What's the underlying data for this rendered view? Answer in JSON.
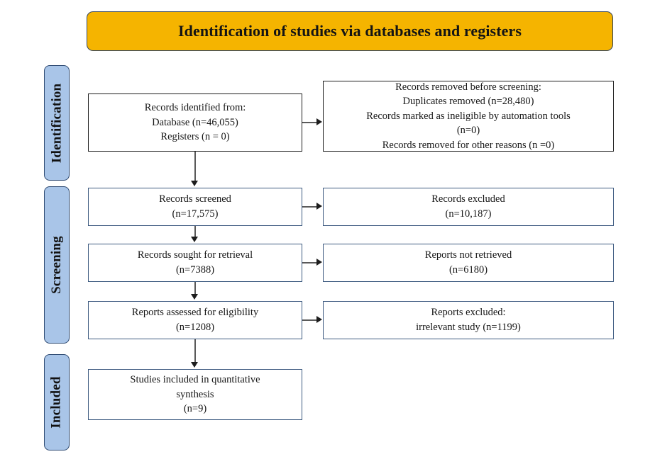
{
  "title": "Identification of studies via databases and registers",
  "colors": {
    "banner_fill": "#F5B400",
    "banner_border": "#33455E",
    "stage_tab_fill": "#A9C5E8",
    "stage_tab_border": "#2E4A72",
    "box_border_black": "#1D1D1D",
    "box_border_blue": "#3D5A80",
    "connector": "#5A5A5A"
  },
  "stages": [
    {
      "label": "Identification"
    },
    {
      "label": "Screening"
    },
    {
      "label": "Included"
    }
  ],
  "boxes": {
    "identified": {
      "lines": [
        "Records identified from:",
        "Database (n=46,055)",
        "Registers (n = 0)"
      ]
    },
    "removed": {
      "lines": [
        "Records removed before screening:",
        "Duplicates removed (n=28,480)",
        "Records marked as ineligible by automation tools",
        "(n=0)",
        "Records removed for other reasons (n =0)"
      ]
    },
    "screened": {
      "lines": [
        "Records screened",
        "(n=17,575)"
      ]
    },
    "excluded": {
      "lines": [
        "Records excluded",
        "(n=10,187)"
      ]
    },
    "sought": {
      "lines": [
        "Records sought for retrieval",
        "(n=7388)"
      ]
    },
    "not_retrieved": {
      "lines": [
        "Reports not retrieved",
        "(n=6180)"
      ]
    },
    "assessed": {
      "lines": [
        "Reports assessed for eligibility",
        "(n=1208)"
      ]
    },
    "reports_excluded": {
      "lines": [
        "Reports excluded:",
        "irrelevant study (n=1199)"
      ]
    },
    "included": {
      "lines": [
        "Studies included in quantitative",
        "synthesis",
        "(n=9)"
      ]
    }
  },
  "chart_data": {
    "type": "diagram",
    "title": "Identification of studies via databases and registers",
    "diagram_kind": "PRISMA flow diagram",
    "nodes": [
      {
        "id": "identified",
        "stage": "Identification",
        "label": "Records identified from: Database (n=46,055) Registers (n = 0)",
        "n": 46055
      },
      {
        "id": "removed",
        "stage": "Identification",
        "label": "Records removed before screening: Duplicates removed (n=28,480) Records marked as ineligible by automation tools (n=0) Records removed for other reasons (n =0)",
        "n": 28480
      },
      {
        "id": "screened",
        "stage": "Screening",
        "label": "Records screened",
        "n": 17575
      },
      {
        "id": "excluded",
        "stage": "Screening",
        "label": "Records excluded",
        "n": 10187
      },
      {
        "id": "sought",
        "stage": "Screening",
        "label": "Records sought for retrieval",
        "n": 7388
      },
      {
        "id": "not_retrieved",
        "stage": "Screening",
        "label": "Reports not retrieved",
        "n": 6180
      },
      {
        "id": "assessed",
        "stage": "Screening",
        "label": "Reports assessed for eligibility",
        "n": 1208
      },
      {
        "id": "reports_excluded",
        "stage": "Screening",
        "label": "Reports excluded: irrelevant study",
        "n": 1199
      },
      {
        "id": "included",
        "stage": "Included",
        "label": "Studies included in quantitative synthesis",
        "n": 9
      }
    ],
    "edges": [
      {
        "from": "identified",
        "to": "removed",
        "direction": "right"
      },
      {
        "from": "identified",
        "to": "screened",
        "direction": "down"
      },
      {
        "from": "screened",
        "to": "excluded",
        "direction": "right"
      },
      {
        "from": "screened",
        "to": "sought",
        "direction": "down"
      },
      {
        "from": "sought",
        "to": "not_retrieved",
        "direction": "right"
      },
      {
        "from": "sought",
        "to": "assessed",
        "direction": "down"
      },
      {
        "from": "assessed",
        "to": "reports_excluded",
        "direction": "right"
      },
      {
        "from": "assessed",
        "to": "included",
        "direction": "down"
      }
    ]
  }
}
